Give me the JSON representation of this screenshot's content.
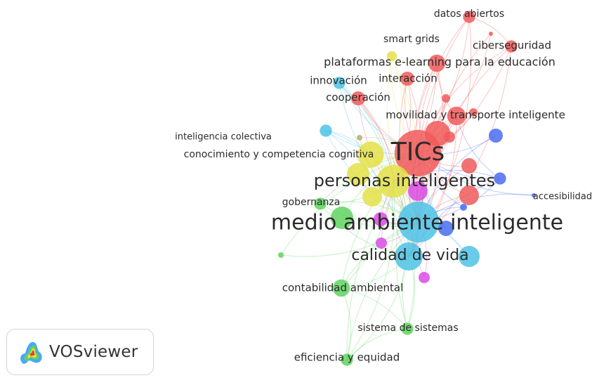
{
  "app": {
    "logo_label": "VOSviewer",
    "logo_icon": "vosviewer-heatmap-icon"
  },
  "clusters": [
    {
      "name": "cluster-1",
      "color": "#f05a5a"
    },
    {
      "name": "cluster-2",
      "color": "#4a6cf0"
    },
    {
      "name": "cluster-3",
      "color": "#4cc3e6"
    },
    {
      "name": "cluster-4",
      "color": "#e3e148"
    },
    {
      "name": "cluster-5",
      "color": "#5fd35f"
    },
    {
      "name": "cluster-6",
      "color": "#d94be4"
    },
    {
      "name": "cluster-7",
      "color": "#b9ae6a"
    }
  ],
  "nodes": [
    {
      "label": "TICs",
      "cluster": 0,
      "weight": 44
    },
    {
      "label": "datos abiertos",
      "cluster": 0,
      "weight": 3
    },
    {
      "label": "smart grids",
      "cluster": 3,
      "weight": 2
    },
    {
      "label": "ciberseguridad",
      "cluster": 0,
      "weight": 3
    },
    {
      "label": "plataformas e-learning para la educación",
      "cluster": 0,
      "weight": 6
    },
    {
      "label": "interacción",
      "cluster": 0,
      "weight": 4
    },
    {
      "label": "innovación",
      "cluster": 2,
      "weight": 3
    },
    {
      "label": "cooperación",
      "cluster": 0,
      "weight": 4
    },
    {
      "label": "movilidad y transporte inteligente",
      "cluster": 0,
      "weight": 7
    },
    {
      "label": "inteligencia colectiva",
      "cluster": 2,
      "weight": 3
    },
    {
      "label": "conocimiento y competencia cognitiva",
      "cluster": 3,
      "weight": 14
    },
    {
      "label": "personas inteligentes",
      "cluster": 3,
      "weight": 22
    },
    {
      "label": "accesibilidad",
      "cluster": 1,
      "weight": 3
    },
    {
      "label": "gobernanza",
      "cluster": 4,
      "weight": 3
    },
    {
      "label": "medio ambiente inteligente",
      "cluster": 2,
      "weight": 34
    },
    {
      "label": "calidad de vida",
      "cluster": 2,
      "weight": 16
    },
    {
      "label": "contabilidad ambiental",
      "cluster": 4,
      "weight": 6
    },
    {
      "label": "sistema de sistemas",
      "cluster": 4,
      "weight": 3
    },
    {
      "label": "eficiencia y equidad",
      "cluster": 4,
      "weight": 3
    }
  ]
}
